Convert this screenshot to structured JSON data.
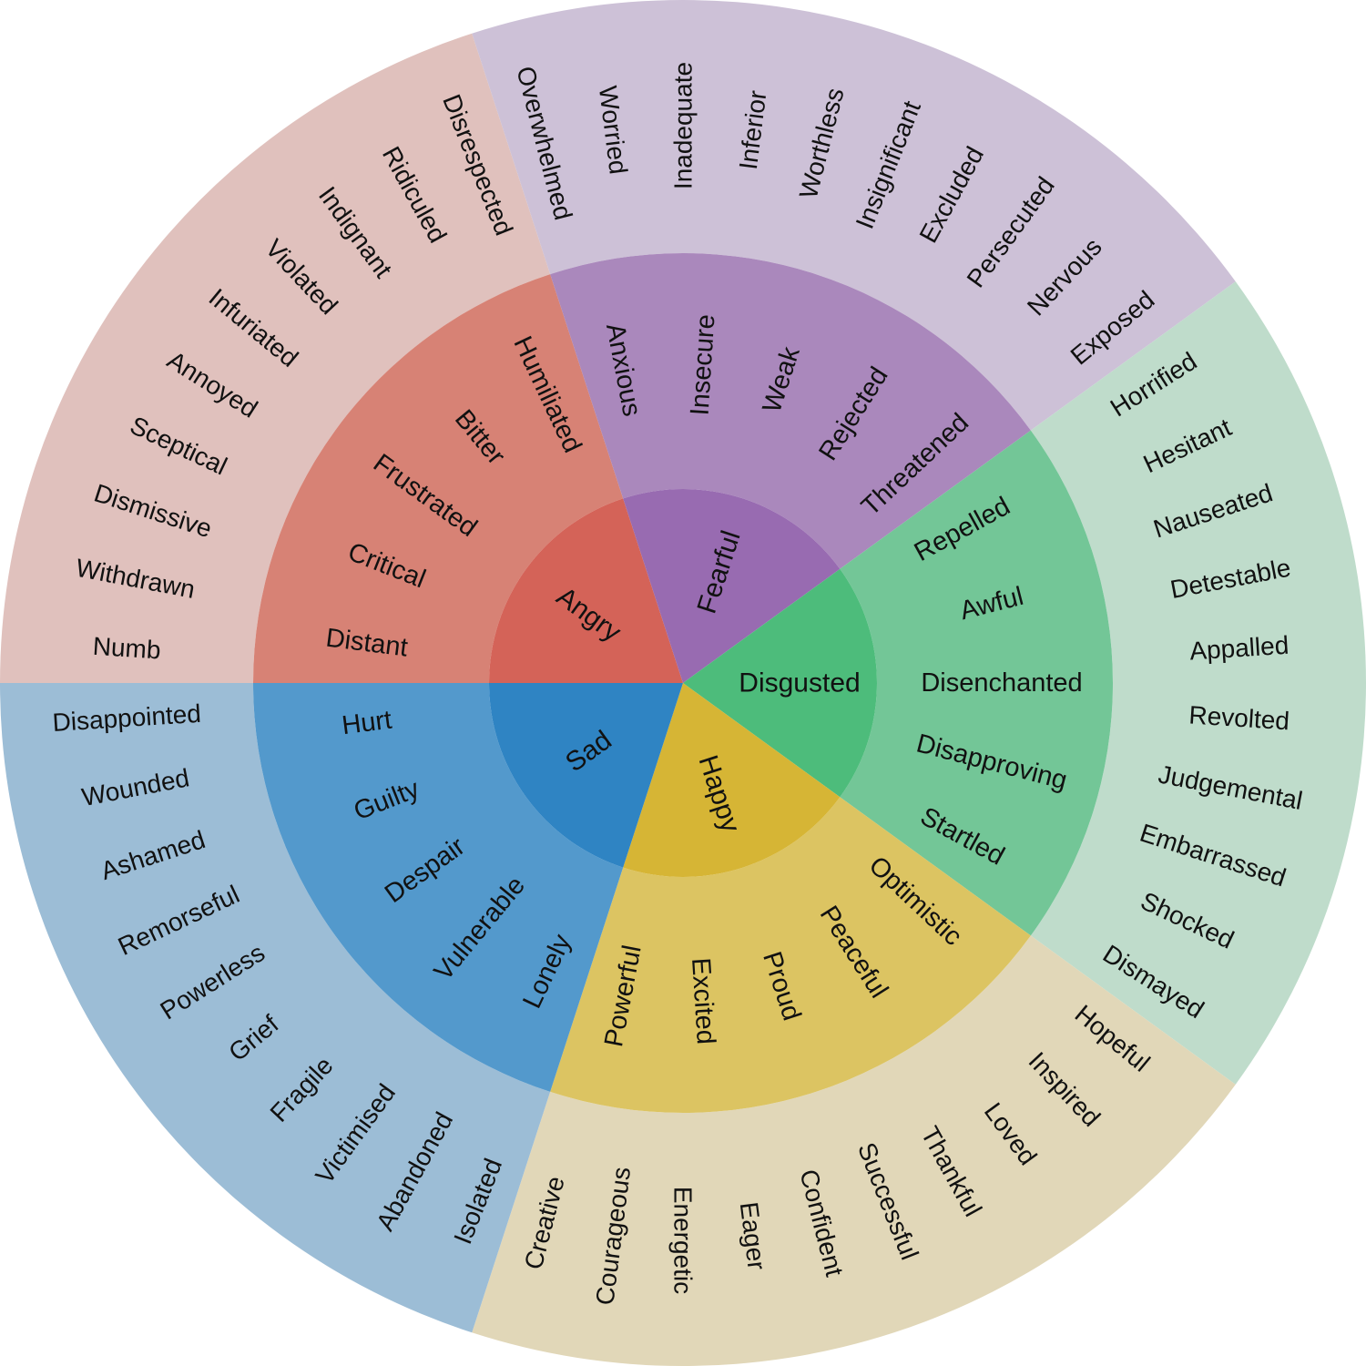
{
  "wheel": {
    "sectors": [
      {
        "core": "Angry",
        "colors": {
          "core": "#d46358",
          "mid": "#d78275",
          "outer": "#e0c1bd"
        },
        "mid": [
          "Distant",
          "Critical",
          "Frustrated",
          "Bitter",
          "Humiliated"
        ],
        "outer": [
          "Numb",
          "Withdrawn",
          "Dismissive",
          "Sceptical",
          "Annoyed",
          "Infuriated",
          "Violated",
          "Indignant",
          "Ridiculed",
          "Disrespected"
        ]
      },
      {
        "core": "Fearful",
        "colors": {
          "core": "#986bb1",
          "mid": "#aa88bc",
          "outer": "#cdc1d7"
        },
        "mid": [
          "Anxious",
          "Insecure",
          "Weak",
          "Rejected",
          "Threatened"
        ],
        "outer": [
          "Overwhelmed",
          "Worried",
          "Inadequate",
          "Inferior",
          "Worthless",
          "Insignificant",
          "Excluded",
          "Persecuted",
          "Nervous",
          "Exposed"
        ]
      },
      {
        "core": "Disgusted",
        "colors": {
          "core": "#4dbc7b",
          "mid": "#73c697",
          "outer": "#bfdccb"
        },
        "mid": [
          "Repelled",
          "Awful",
          "Disenchanted",
          "Disapproving",
          "Startled"
        ],
        "outer": [
          "Horrified",
          "Hesitant",
          "Nauseated",
          "Detestable",
          "Appalled",
          "Revolted",
          "Judgemental",
          "Embarrassed",
          "Shocked",
          "Dismayed"
        ]
      },
      {
        "core": "Happy",
        "colors": {
          "core": "#d6b535",
          "mid": "#dcc462",
          "outer": "#e1d7b8"
        },
        "mid": [
          "Optimistic",
          "Peaceful",
          "Proud",
          "Excited",
          "Powerful"
        ],
        "outer": [
          "Hopeful",
          "Inspired",
          "Loved",
          "Thankful",
          "Successful",
          "Confident",
          "Eager",
          "Energetic",
          "Courageous",
          "Creative"
        ]
      },
      {
        "core": "Sad",
        "colors": {
          "core": "#2f84c3",
          "mid": "#5399cc",
          "outer": "#9cbdd6"
        },
        "mid": [
          "Lonely",
          "Vulnerable",
          "Despair",
          "Guilty",
          "Hurt"
        ],
        "outer": [
          "Isolated",
          "Abandoned",
          "Victimised",
          "Fragile",
          "Grief",
          "Powerless",
          "Remorseful",
          "Ashamed",
          "Wounded",
          "Disappointed"
        ]
      }
    ]
  }
}
